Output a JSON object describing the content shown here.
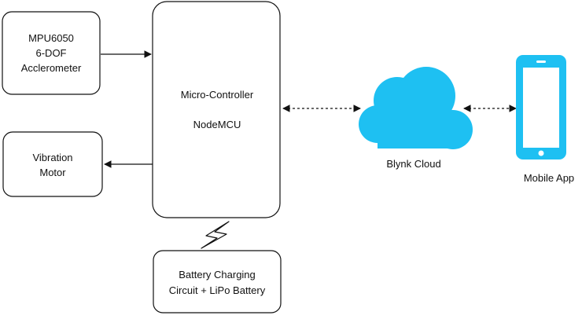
{
  "blocks": {
    "sensor": {
      "lines": [
        "MPU6050",
        "6-DOF",
        "Acclerometer"
      ]
    },
    "motor": {
      "lines": [
        "Vibration",
        "Motor"
      ]
    },
    "controller": {
      "lines": [
        "Micro-Controller",
        "NodeMCU"
      ]
    },
    "battery": {
      "lines": [
        "Battery Charging",
        "Circuit + LiPo Battery"
      ]
    }
  },
  "cloud": {
    "label": "Blynk Cloud",
    "color": "#1ec0f2"
  },
  "mobile": {
    "label": "Mobile App",
    "color": "#1ec0f2"
  },
  "icons": {
    "cloud": "cloud-icon",
    "mobile": "smartphone-icon",
    "power": "lightning-bolt-icon"
  },
  "colors": {
    "stroke": "#111111",
    "fill": "#ffffff"
  }
}
